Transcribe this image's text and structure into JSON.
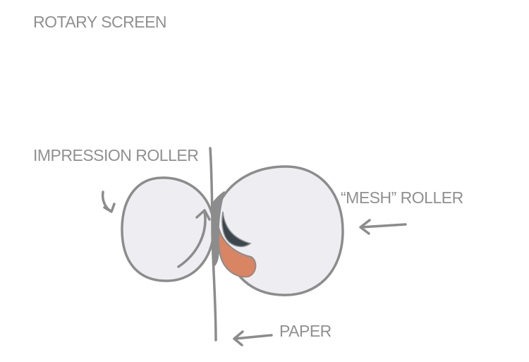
{
  "title": "ROTARY SCREEN",
  "labels": {
    "impression_roller": "IMPRESSION ROLLER",
    "mesh_roller": "“MESH” ROLLER",
    "paper": "PAPER"
  },
  "colors": {
    "stroke": "#8c8c8c",
    "roller_fill": "#eeeef2",
    "ink": "#d98462",
    "squeegee": "#3b464e",
    "text": "#909090"
  }
}
